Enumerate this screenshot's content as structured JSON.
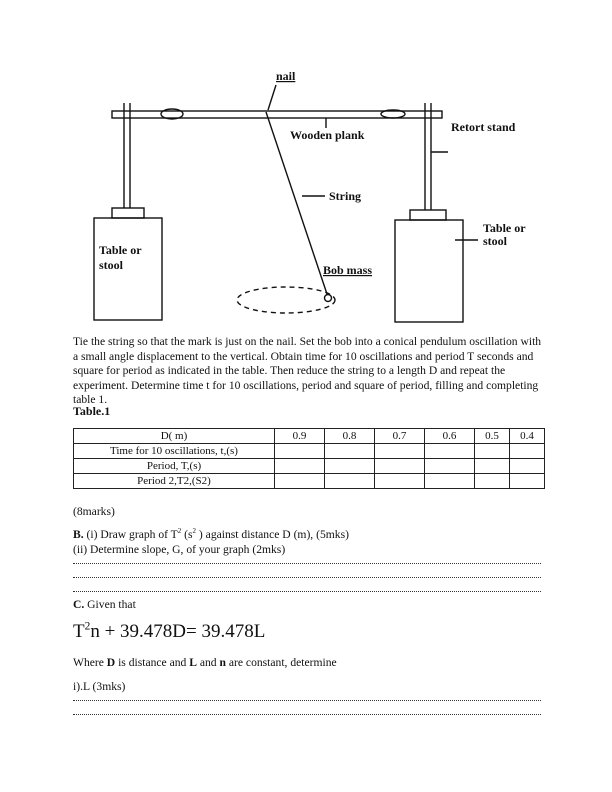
{
  "diagram": {
    "nail": "nail",
    "wooden_plank": "Wooden plank",
    "retort_stand": "Retort stand",
    "string": "String",
    "bob_mass": "Bob mass",
    "table_left_1": "Table or",
    "table_left_2": "stool",
    "table_right_1": "Table or",
    "table_right_2": "stool"
  },
  "instructions": "Tie the string so that the mark is just on the nail. Set the bob into a conical pendulum oscillation with a small angle displacement to the vertical. Obtain time for 10 oscillations and period T seconds and square for period as indicated in the table. Then reduce the string to a length D and repeat the experiment. Determine time t for 10 oscillations, period and square of period, filling and completing table 1.",
  "table_title": "Table.1",
  "table": {
    "row_labels": [
      "D( m)",
      "Time for 10 oscillations, t,(s)",
      "Period, T,(s)",
      "Period 2,T2,(S2)"
    ],
    "d_values": [
      "0.9",
      "0.8",
      "0.7",
      "0.6",
      "0.5",
      "0.4"
    ]
  },
  "marks_8": "(8marks)",
  "part_b": {
    "label": "B.",
    "line1_a": " (i) Draw graph of T",
    "line1_b": "2",
    "line1_c": " (s",
    "line1_d": "2",
    "line1_e": " ) against distance D (m), (5mks)",
    "line2": "(ii) Determine slope, G, of your graph (2mks)"
  },
  "part_c": {
    "label": "C.",
    "text": " Given that",
    "eq_a": "T",
    "eq_b": "2",
    "eq_c": "n + 39.478D= 39.478L",
    "where_1": "Where ",
    "where_D": "D",
    "where_2": " is distance and ",
    "where_L": "L",
    "where_3": " and ",
    "where_n": "n",
    "where_4": " are constant, determine",
    "q1": "i).L (3mks)"
  }
}
